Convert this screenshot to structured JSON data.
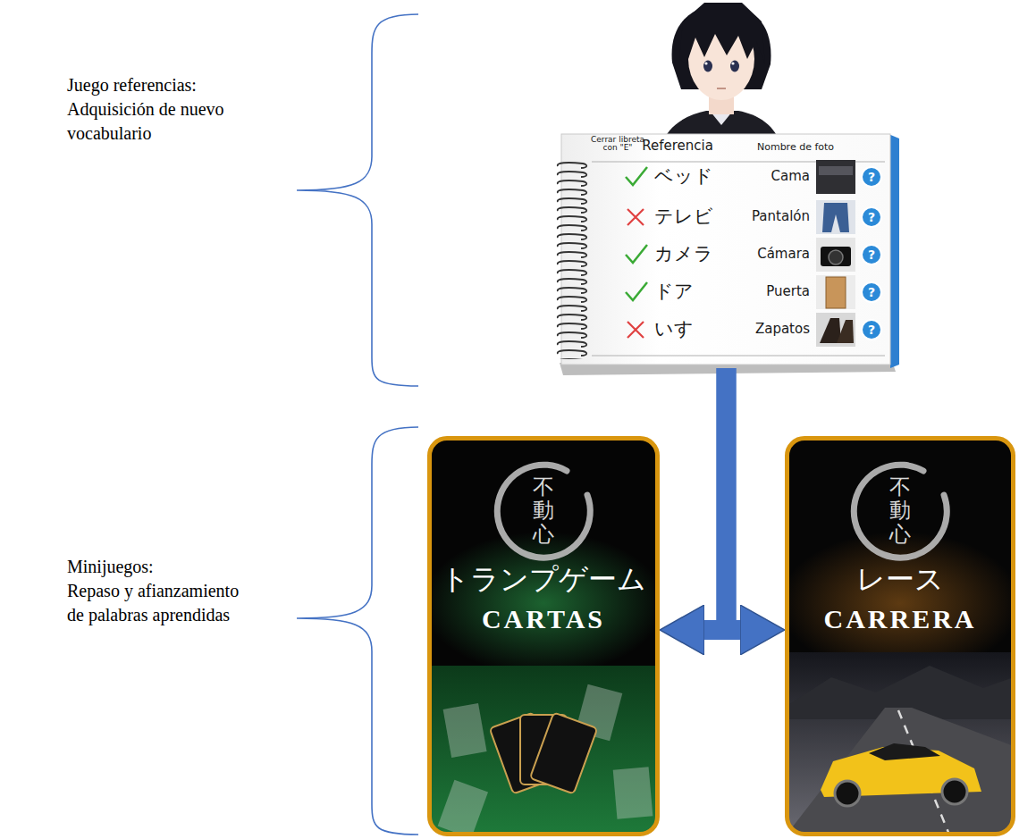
{
  "diagram": {
    "nodes": [
      {
        "text": [
          "Cerrar libreta con \"E\"",
          "Referencia",
          "Nombre de foto",
          "ベッド",
          "Cama",
          "?",
          "テレビ",
          "Pantalón",
          "?",
          "カメラ",
          "Cámara",
          "?",
          "ドア",
          "Puerta",
          "?",
          "いす",
          "Zapatos",
          "?"
        ]
      },
      {
        "text": [
          "不動心",
          "トランプゲーム",
          "CARTAS"
        ]
      },
      {
        "text": [
          "不動心",
          "レース",
          "CARRERA"
        ]
      }
    ],
    "edges": [
      {
        "from": 0,
        "to": 1,
        "arrow": "to"
      },
      {
        "from": 0,
        "to": 2,
        "arrow": "to"
      }
    ],
    "labels": [
      "Juego referencias:",
      "Adquisición de nuevo vocabulario",
      "Minijuegos:",
      "Repaso y afianzamiento de palabras aprendidas"
    ]
  }
}
